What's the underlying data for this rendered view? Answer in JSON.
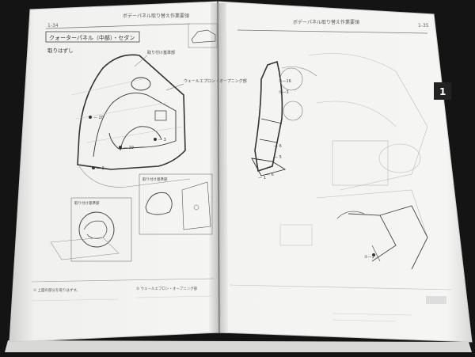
{
  "left_page": {
    "page_number": "1-34",
    "header": "ボデーパネル取り替え作業要領",
    "section_title": "クォーターパネル（中部）・セダン",
    "subtitle": "取りはずし",
    "callout_1": "取り付け基準部",
    "callout_2": "ウェールエプロン・オープニング部",
    "inset_label_1": "取り付け基準部",
    "inset_label_2": "取り付け基準部",
    "footnote": "① 上図の部分を取りはずす。",
    "footnote_2": "② ウェールエプロン・オープニング部"
  },
  "right_page": {
    "page_number": "1-35",
    "header": "ボデーパネル取り替え作業要領",
    "tab_number": "1",
    "callout_1": "①—16",
    "callout_2": "①—3",
    "callout_3": "①—1"
  },
  "colors": {
    "paper": "#f4f4f2",
    "ink": "#555555",
    "tab": "#222222",
    "background": "#111111"
  }
}
